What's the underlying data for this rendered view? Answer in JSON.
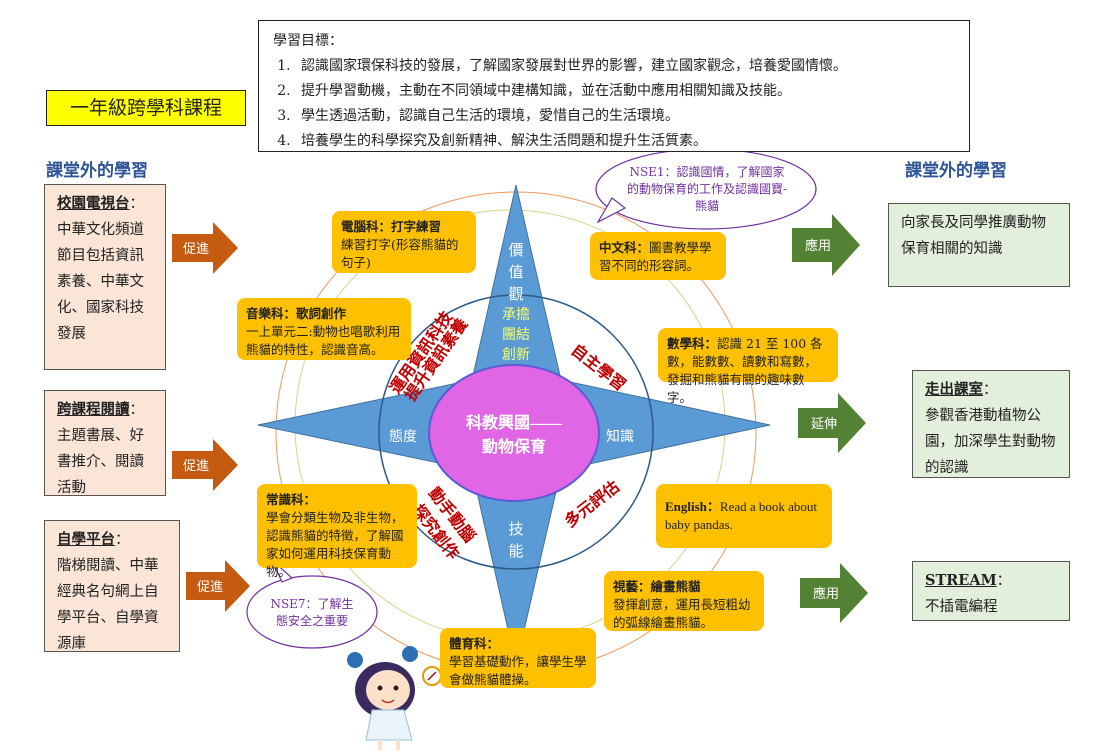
{
  "title": "一年級跨學科課程",
  "goals": {
    "heading": "學習目標：",
    "items": [
      "認識國家環保科技的發展，了解國家發展對世界的影響，建立國家觀念，培養愛國情懷。",
      "提升學習動機，主動在不同領域中建構知識，並在活動中應用相關知識及技能。",
      "學生透過活動，認識自己生活的環境，愛惜自己的生活環境。",
      " 培養學生的科學探究及創新精神、解決生活問題和提升生活質素。"
    ]
  },
  "left_heading": "課堂外的學習",
  "right_heading": "課堂外的學習",
  "left_boxes": [
    {
      "head": "校園電視台",
      "colon": "：",
      "body": "中華文化頻道節目包括資訊素養、中華文化、國家科技發展",
      "arrow": "促進"
    },
    {
      "head": "跨課程閱讀",
      "colon": "：",
      "body": "主題書展、好書推介、閱讀活動",
      "arrow": "促進"
    },
    {
      "head": "自學平台",
      "colon": "：",
      "body": "階梯閱讀、中華經典名句網上自學平台、自學資源庫",
      "arrow": "促進"
    }
  ],
  "right_boxes": [
    {
      "head": "",
      "body": "向家長及同學推廣動物保育相關的知識",
      "arrow": "應用"
    },
    {
      "head": "走出課室",
      "colon": "：",
      "body": "參觀香港動植物公園，加深學生對動物的認識",
      "arrow": "延伸"
    },
    {
      "head": "STREAM",
      "colon": "：",
      "body": "不插電編程",
      "arrow": "應用"
    }
  ],
  "center": {
    "line1": "科教興國——",
    "line2": "動物保育",
    "north": [
      "價",
      "值",
      "觀"
    ],
    "north_sub": [
      "承擔",
      "團結",
      "創新"
    ],
    "east": "知識",
    "west": "態度",
    "south": [
      "技",
      "能"
    ],
    "ring": {
      "top_right": "自主學習",
      "bottom_right": "多元評估",
      "bottom_left": "動手動腦",
      "bottom_left_2": "探究創作",
      "top_left": "運用資訊科技",
      "top_left_2": "提升資訊素養"
    }
  },
  "subjects": {
    "computer": {
      "head": "電腦科：打字練習",
      "body": "練習打字(形容熊貓的句子)"
    },
    "chinese": {
      "head": "中文科：",
      "body": "圖書教學學習不同的形容詞。"
    },
    "music": {
      "head": "音樂科：歌詞創作",
      "body": "一上單元二:動物也唱歌利用熊貓的特性，認識音高。"
    },
    "math": {
      "head": "數學科：",
      "body": "認識 21 至 100 各數，能數數、讀數和寫數，發掘和熊貓有關的趣味數字。"
    },
    "english": {
      "head": "English：",
      "body": "Read a book about baby pandas."
    },
    "gs": {
      "head": "常識科：",
      "body": "學會分類生物及非生物，認識熊貓的特徵，了解國家如何運用科技保育動物。"
    },
    "art": {
      "head": "視藝：繪畫熊貓",
      "body": "發揮創意，運用長短粗幼的弧線繪畫熊貓。"
    },
    "pe": {
      "head": "體育科：",
      "body": "學習基礎動作，讓學生學會做熊貓體操。"
    }
  },
  "callouts": {
    "nse1": "NSE1：認識國情，了解國家的動物保育的工作及認識國寶-熊貓",
    "nse7": "NSE7：了解生態安全之重要"
  },
  "colors": {
    "compass": "#5b9bd5",
    "center": "#e066e6",
    "subject": "#ffc000",
    "left_arrow": "#c55a11",
    "right_arrow": "#548235",
    "heading": "#2f5597",
    "ring_text": "#c00000"
  }
}
